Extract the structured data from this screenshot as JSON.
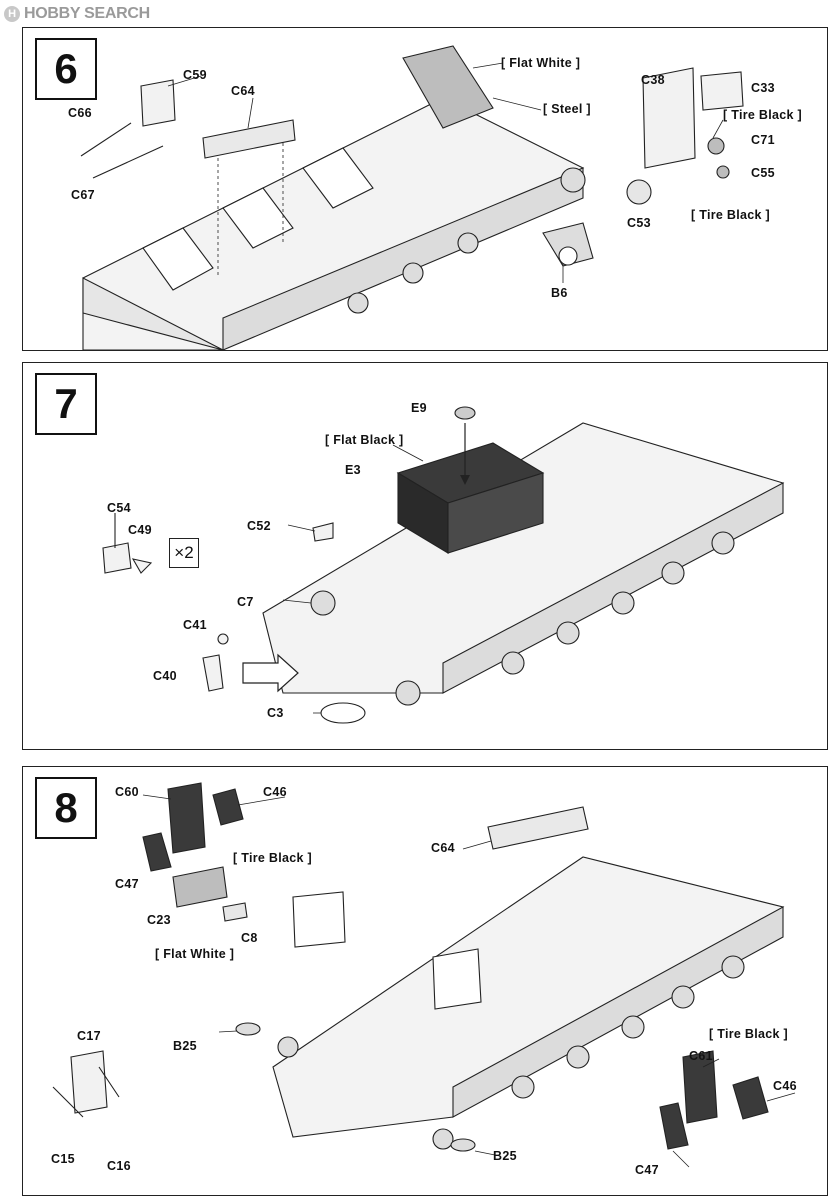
{
  "site": {
    "logo_text": "HOBBY SEARCH",
    "logo_mark": "H"
  },
  "steps": [
    {
      "number": "6",
      "parts": [
        "C59",
        "C64",
        "C66",
        "C67",
        "B6",
        "C38",
        "C33",
        "C71",
        "C55",
        "C53"
      ],
      "paints": [
        "[ Flat White ]",
        "[ Steel ]",
        "[ Tire Black ]",
        "[ Tire Black ]"
      ]
    },
    {
      "number": "7",
      "parts": [
        "E9",
        "E3",
        "C54",
        "C49",
        "C52",
        "C7",
        "C41",
        "C40",
        "C3"
      ],
      "paints": [
        "[ Flat Black ]"
      ],
      "multiplier": "×2"
    },
    {
      "number": "8",
      "parts": [
        "C60",
        "C46",
        "C47",
        "C23",
        "C8",
        "C64",
        "B25",
        "C17",
        "C15",
        "C16",
        "B25",
        "C61",
        "C46",
        "C47"
      ],
      "paints": [
        "[ Tire Black ]",
        "[ Flat White ]",
        "[ Tire Black ]"
      ]
    }
  ],
  "colors": {
    "line": "#222222",
    "panel_fill": "#f2f2f2",
    "dark_part": "#3a3a3a",
    "grey_part": "#bdbdbd"
  }
}
